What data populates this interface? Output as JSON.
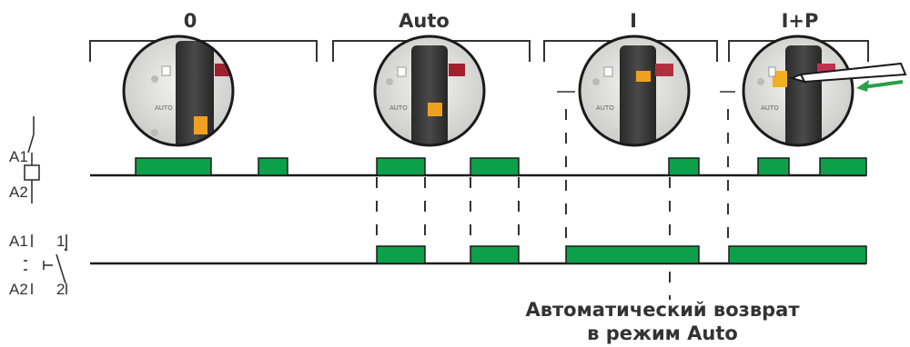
{
  "modes": [
    {
      "label": "0"
    },
    {
      "label": "Auto"
    },
    {
      "label": "I"
    },
    {
      "label": "I+P"
    }
  ],
  "device": {
    "auto_text": "AUTO"
  },
  "coil": {
    "a1": "A1",
    "a2": "A2"
  },
  "contact": {
    "a1": "A1",
    "a2": "A2",
    "t1": "1",
    "t2": "2"
  },
  "caption": {
    "line1": "Автоматический возврат",
    "line2": "в режим Auto"
  },
  "colors": {
    "pulse_green": "#0e9f4a",
    "arrow_green": "#2aa04a",
    "line": "#1a1a1a",
    "text": "#333333"
  }
}
